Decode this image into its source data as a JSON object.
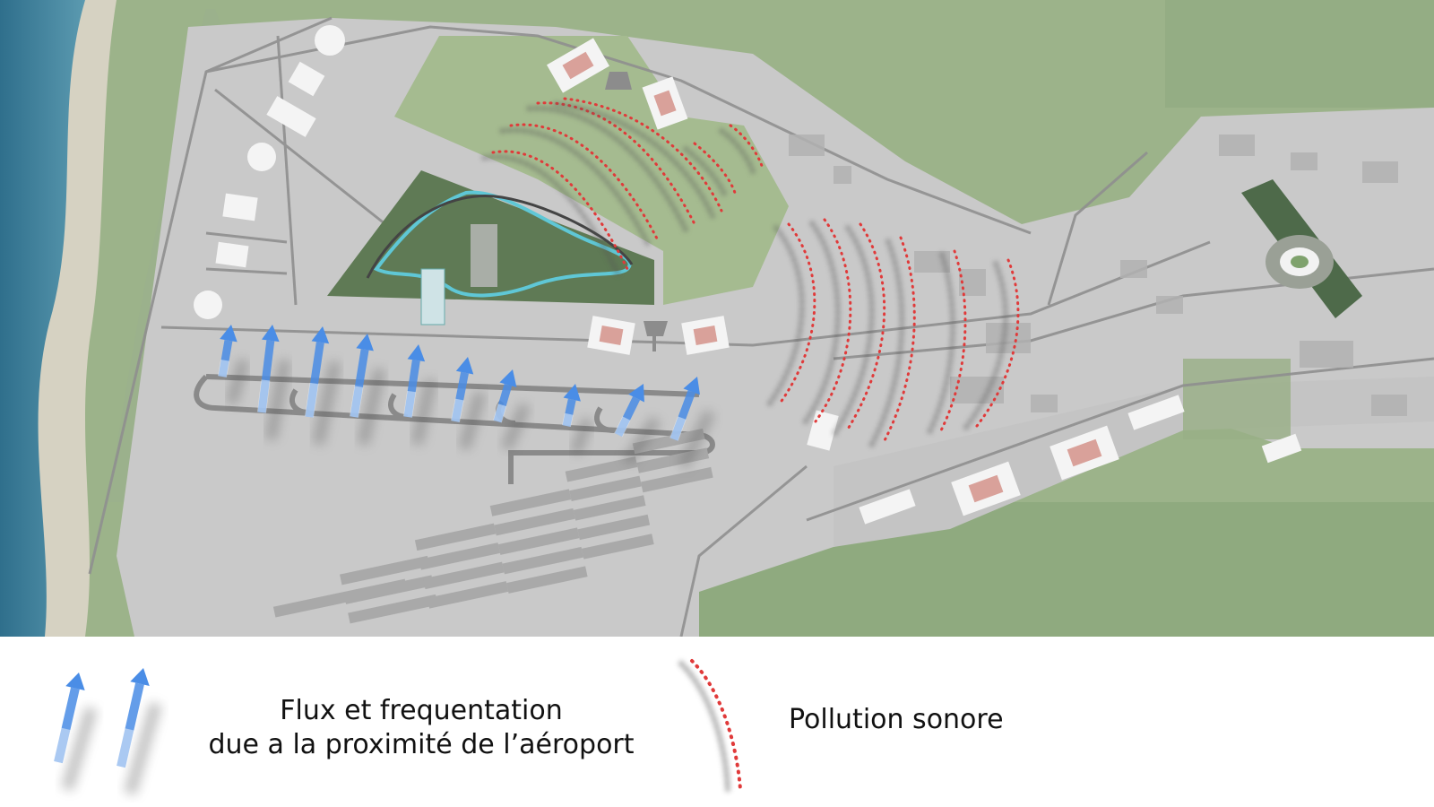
{
  "legend": {
    "flux": {
      "line1": "Flux et frequentation",
      "line2": "due a la proximité de l’aéroport",
      "icon": "blue-up-arrow-icon",
      "color": "#4a8de6"
    },
    "noise": {
      "label": "Pollution sonore",
      "icon": "dotted-noise-arc-icon",
      "color": "#e03a3a"
    }
  },
  "colors": {
    "sea": "#3d7f99",
    "beach": "#d6d2c2",
    "land": "#9cb38a",
    "airport": "#c9c9c9",
    "road": "#8f8f8f",
    "building": "#ffffff",
    "hangar_center": "#d9a19a"
  }
}
